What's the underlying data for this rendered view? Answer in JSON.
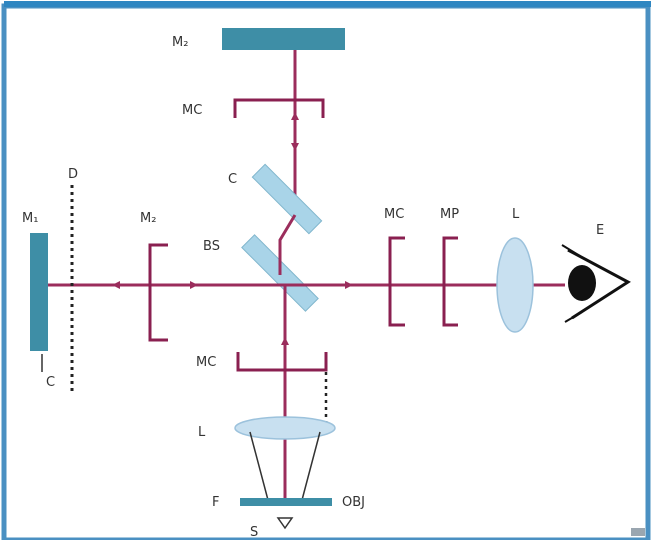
{
  "diagram": {
    "colors": {
      "frame": "#4a90c2",
      "beam": "#9b2d5c",
      "mirror_plate": "#3e8ea6",
      "splitter": "#a9d4e8",
      "lens": "#c8e0f0",
      "label": "#333333"
    },
    "labels": {
      "m2": "M₂",
      "mc_top": "MC",
      "c": "C",
      "bs": "BS",
      "m1": "M₁",
      "d_left": "D",
      "mc_right": "MC",
      "mp": "MP",
      "l_right": "L",
      "e": "E",
      "mc_bottom": "MC",
      "l_bottom": "L",
      "f": "F",
      "obj": "OBJ",
      "s": "S",
      "c_small": "C"
    },
    "icons": [
      "eye-icon"
    ]
  }
}
